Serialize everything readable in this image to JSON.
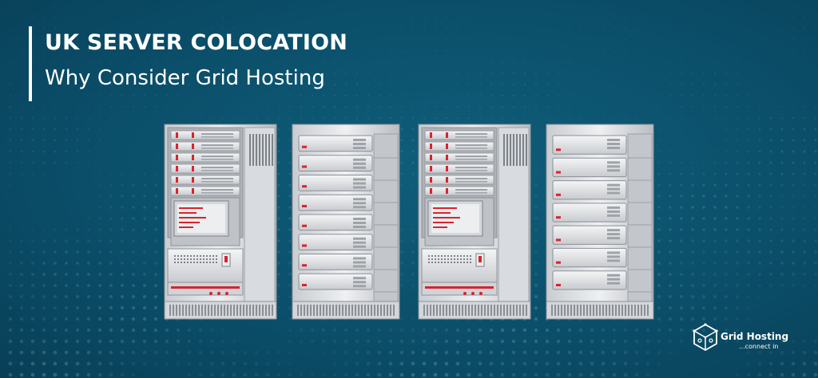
{
  "banner": {
    "title_line1": "UK SERVER COLOCATION",
    "title_line2": "Why Consider Grid Hosting",
    "background_color": "#0b4f6a",
    "accent_red": "#d9232d"
  },
  "illustration": {
    "racks": [
      {
        "type": "rack-with-monitor",
        "bays": 6
      },
      {
        "type": "storage-cabinet",
        "bays": 8
      },
      {
        "type": "rack-with-monitor",
        "bays": 6
      },
      {
        "type": "storage-cabinet",
        "bays": 7
      }
    ]
  },
  "logo": {
    "icon": "cube-network-icon",
    "name": "Grid Hosting",
    "tagline": "...connect in"
  }
}
